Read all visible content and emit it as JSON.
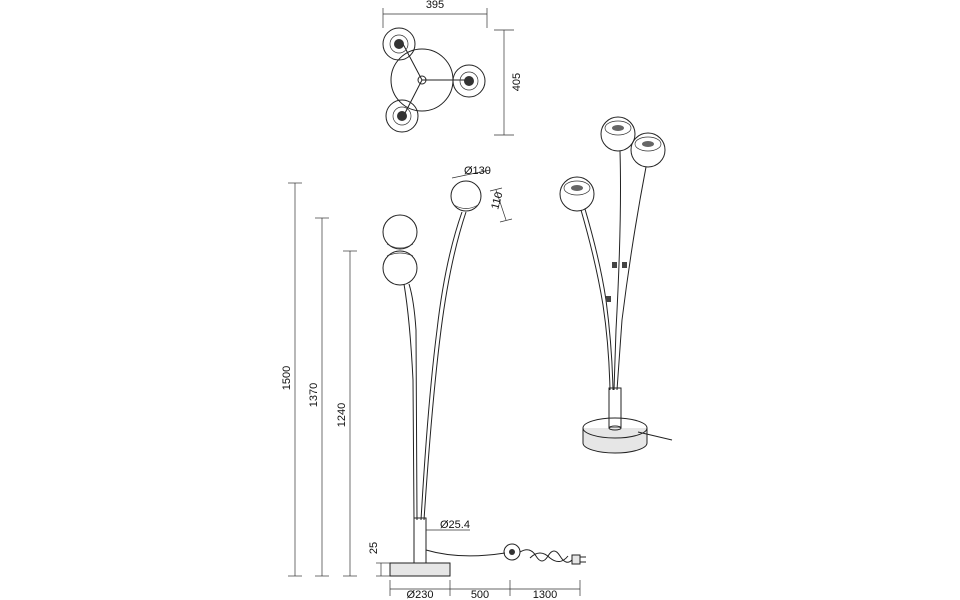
{
  "top_view": {
    "width_label": "395",
    "height_label": "405"
  },
  "front_view": {
    "height_total": "1500",
    "height_mid": "1370",
    "height_low": "1240",
    "shade_diameter": "Ø130",
    "shade_height": "110",
    "pole_diameter": "Ø25.4",
    "base_height": "25",
    "base_diameter": "Ø230",
    "cable_to_switch": "500",
    "cable_to_plug": "1300"
  }
}
